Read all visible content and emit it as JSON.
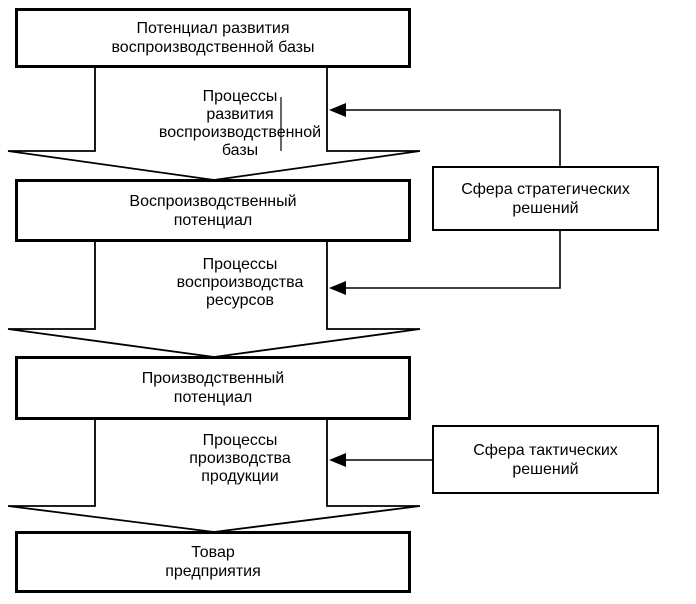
{
  "colors": {
    "line": "#000000",
    "background": "#ffffff",
    "text": "#000000"
  },
  "main_boxes": [
    {
      "id": "development-potential",
      "label": "Потенциал развития\nвоспроизводственной базы"
    },
    {
      "id": "reproduction-potential",
      "label": "Воспроизводственный\nпотенциал"
    },
    {
      "id": "production-potential",
      "label": "Производственный\nпотенциал"
    },
    {
      "id": "enterprise-product",
      "label": "Товар\nпредприятия"
    }
  ],
  "process_arrows": [
    {
      "id": "development-processes",
      "label": "Процессы\nразвития\nвоспроизводственной\nбазы"
    },
    {
      "id": "reproduction-processes",
      "label": "Процессы\nвоспроизводства\nресурсов"
    },
    {
      "id": "production-processes",
      "label": "Процессы\nпроизводства\nпродукции"
    }
  ],
  "side_boxes": [
    {
      "id": "strategic-decisions",
      "label": "Сфера стратегических\nрешений"
    },
    {
      "id": "tactical-decisions",
      "label": "Сфера тактических\nрешений"
    }
  ]
}
